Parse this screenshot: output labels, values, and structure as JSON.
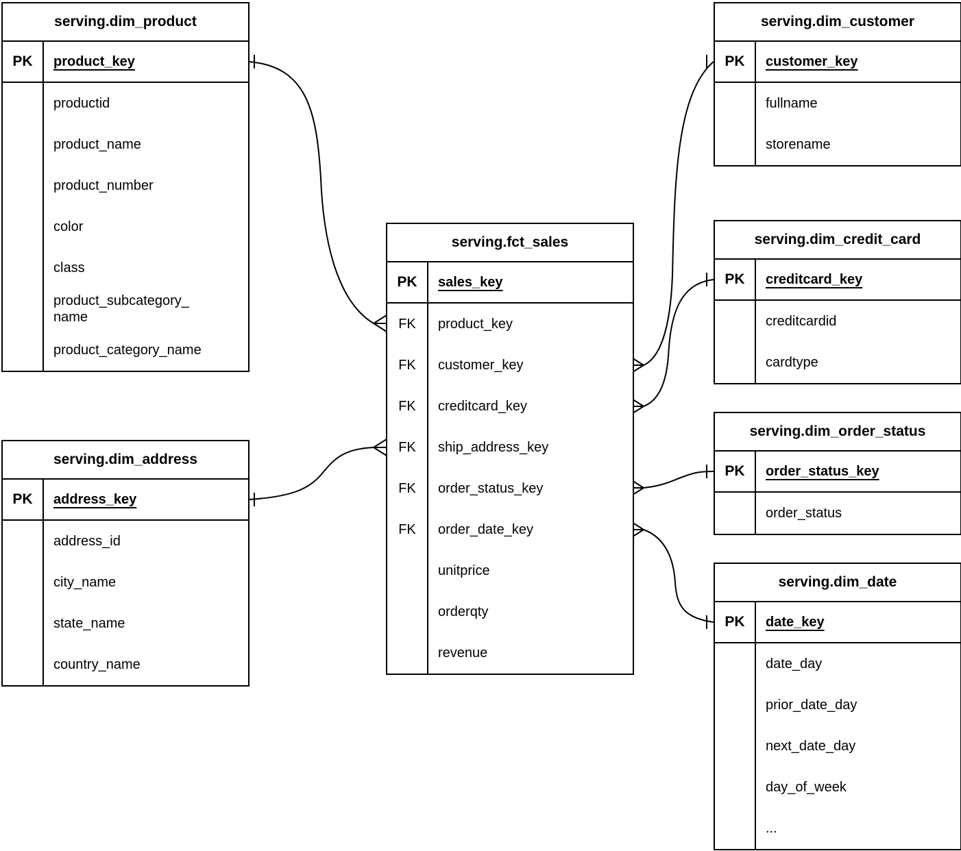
{
  "diagram": {
    "type": "entity-relationship",
    "notation": "crow's foot",
    "colors": {
      "line": "#000000",
      "text": "#000000",
      "background": "#ffffff"
    }
  },
  "tables": [
    {
      "title": "serving.dim_product",
      "pk_label": "PK",
      "pk_field": "product_key",
      "fields": [
        {
          "key": "",
          "name": "productid"
        },
        {
          "key": "",
          "name": "product_name"
        },
        {
          "key": "",
          "name": "product_number"
        },
        {
          "key": "",
          "name": "color"
        },
        {
          "key": "",
          "name": "class"
        },
        {
          "key": "",
          "name": "product_subcategory_\nname"
        },
        {
          "key": "",
          "name": "product_category_name"
        }
      ]
    },
    {
      "title": "serving.dim_address",
      "pk_label": "PK",
      "pk_field": "address_key",
      "fields": [
        {
          "key": "",
          "name": "address_id"
        },
        {
          "key": "",
          "name": "city_name"
        },
        {
          "key": "",
          "name": "state_name"
        },
        {
          "key": "",
          "name": "country_name"
        }
      ]
    },
    {
      "title": "serving.fct_sales",
      "pk_label": "PK",
      "pk_field": "sales_key",
      "fields": [
        {
          "key": "FK",
          "name": "product_key"
        },
        {
          "key": "FK",
          "name": "customer_key"
        },
        {
          "key": "FK",
          "name": "creditcard_key"
        },
        {
          "key": "FK",
          "name": "ship_address_key"
        },
        {
          "key": "FK",
          "name": "order_status_key"
        },
        {
          "key": "FK",
          "name": "order_date_key"
        },
        {
          "key": "",
          "name": "unitprice"
        },
        {
          "key": "",
          "name": "orderqty"
        },
        {
          "key": "",
          "name": "revenue"
        }
      ]
    },
    {
      "title": "serving.dim_customer",
      "pk_label": "PK",
      "pk_field": "customer_key",
      "fields": [
        {
          "key": "",
          "name": "fullname"
        },
        {
          "key": "",
          "name": "storename"
        }
      ]
    },
    {
      "title": "serving.dim_credit_card",
      "pk_label": "PK",
      "pk_field": "creditcard_key",
      "fields": [
        {
          "key": "",
          "name": "creditcardid"
        },
        {
          "key": "",
          "name": "cardtype"
        }
      ]
    },
    {
      "title": "serving.dim_order_status",
      "pk_label": "PK",
      "pk_field": "order_status_key",
      "fields": [
        {
          "key": "",
          "name": "order_status"
        }
      ]
    },
    {
      "title": "serving.dim_date",
      "pk_label": "PK",
      "pk_field": "date_key",
      "fields": [
        {
          "key": "",
          "name": "date_day"
        },
        {
          "key": "",
          "name": "prior_date_day"
        },
        {
          "key": "",
          "name": "next_date_day"
        },
        {
          "key": "",
          "name": "day_of_week"
        },
        {
          "key": "",
          "name": "..."
        }
      ]
    }
  ],
  "relationships": [
    {
      "from": "serving.fct_sales.product_key",
      "from_cardinality": "many",
      "to": "serving.dim_product.product_key",
      "to_cardinality": "one"
    },
    {
      "from": "serving.fct_sales.customer_key",
      "from_cardinality": "many",
      "to": "serving.dim_customer.customer_key",
      "to_cardinality": "one"
    },
    {
      "from": "serving.fct_sales.creditcard_key",
      "from_cardinality": "many",
      "to": "serving.dim_credit_card.creditcard_key",
      "to_cardinality": "one"
    },
    {
      "from": "serving.fct_sales.ship_address_key",
      "from_cardinality": "many",
      "to": "serving.dim_address.address_key",
      "to_cardinality": "one"
    },
    {
      "from": "serving.fct_sales.order_status_key",
      "from_cardinality": "many",
      "to": "serving.dim_order_status.order_status_key",
      "to_cardinality": "one"
    },
    {
      "from": "serving.fct_sales.order_date_key",
      "from_cardinality": "many",
      "to": "serving.dim_date.date_key",
      "to_cardinality": "one"
    }
  ]
}
